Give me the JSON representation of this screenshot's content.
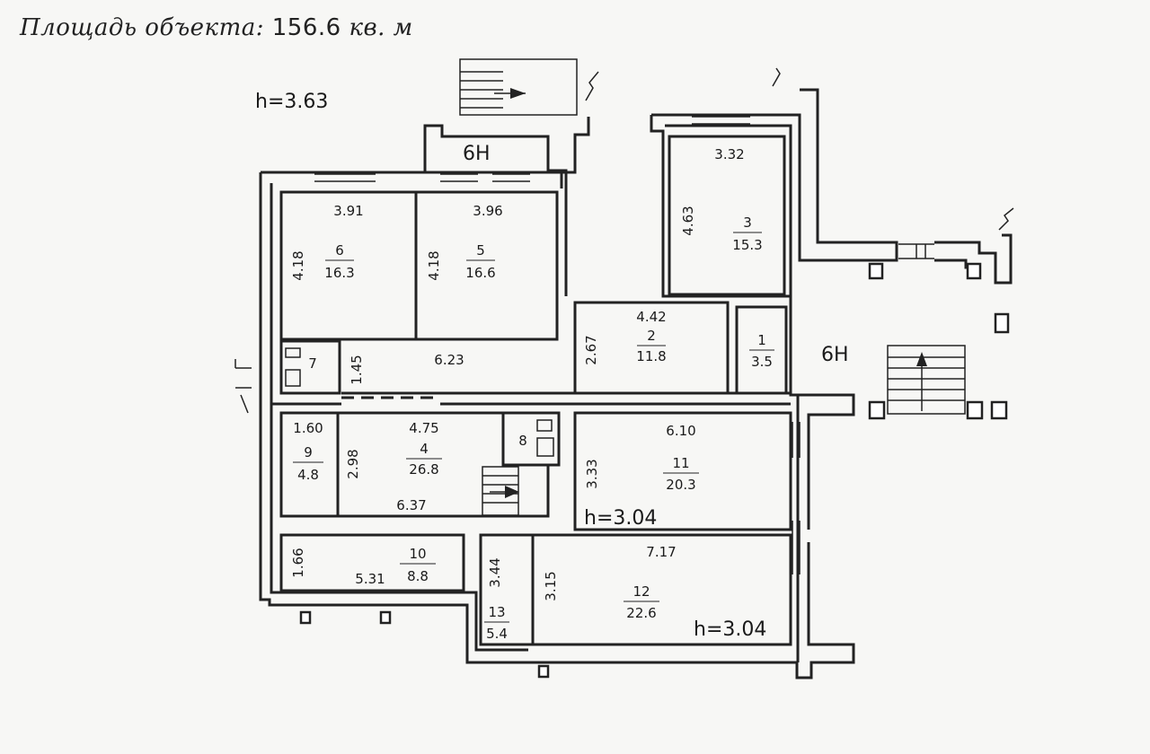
{
  "header": {
    "title": "Площадь объекта:",
    "value": "156.6",
    "unit": "кв. м"
  },
  "heights": [
    {
      "id": "h-main",
      "text": "h=3.63"
    },
    {
      "id": "h-mid",
      "text": "h=3.04"
    },
    {
      "id": "h-low",
      "text": "h=3.04"
    }
  ],
  "entrances": [
    {
      "id": "top",
      "text": "6Н"
    },
    {
      "id": "right",
      "text": "6Н"
    }
  ],
  "rooms": [
    {
      "id": "6",
      "number": "6",
      "area": "16.3"
    },
    {
      "id": "5",
      "number": "5",
      "area": "16.6"
    },
    {
      "id": "3",
      "number": "3",
      "area": "15.3"
    },
    {
      "id": "2",
      "number": "2",
      "area": "11.8"
    },
    {
      "id": "1",
      "number": "1",
      "area": "3.5"
    },
    {
      "id": "7",
      "number": "7"
    },
    {
      "id": "4",
      "number": "4",
      "area": "26.8"
    },
    {
      "id": "8",
      "number": "8"
    },
    {
      "id": "9",
      "number": "9",
      "area": "4.8"
    },
    {
      "id": "11",
      "number": "11",
      "area": "20.3"
    },
    {
      "id": "10",
      "number": "10",
      "area": "8.8"
    },
    {
      "id": "13",
      "number": "13",
      "area": "5.4"
    },
    {
      "id": "12",
      "number": "12",
      "area": "22.6"
    }
  ],
  "dimensions": {
    "d1": "3.91",
    "d2": "3.96",
    "d3": "3.32",
    "d4": "4.63",
    "d5": "4.18",
    "d6": "4.18",
    "d7": "4.42",
    "d8": "2.67",
    "d9": "6.23",
    "d10": "1.45",
    "d11": "4.75",
    "d12": "1.60",
    "d13": "2.98",
    "d14": "6.37",
    "d15": "6.10",
    "d16": "3.33",
    "d17": "7.17",
    "d18": "1.66",
    "d19": "5.31",
    "d20": "3.44",
    "d21": "3.15"
  }
}
